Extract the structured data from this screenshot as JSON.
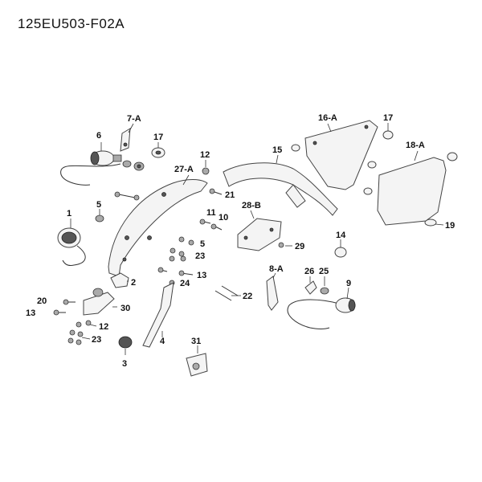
{
  "title": "125EU503-F02A",
  "labels": {
    "l6": "6",
    "l7a": "7-A",
    "l17a": "17",
    "l12a": "12",
    "l27a": "27-A",
    "l16a": "16-A",
    "l17b": "17",
    "l18a": "18-A",
    "l15": "15",
    "l5a": "5",
    "l1": "1",
    "l21": "21",
    "l11": "11",
    "l10": "10",
    "l28b": "28-B",
    "l19": "19",
    "l14": "14",
    "l29": "29",
    "l5b": "5",
    "l23a": "23",
    "l2": "2",
    "l13a": "13",
    "l24": "24",
    "l8a": "8-A",
    "l26": "26",
    "l25": "25",
    "l9": "9",
    "l20": "20",
    "l13b": "13",
    "l30": "30",
    "l12b": "12",
    "l23b": "23",
    "l22": "22",
    "l4": "4",
    "l3": "3",
    "l31": "31"
  }
}
